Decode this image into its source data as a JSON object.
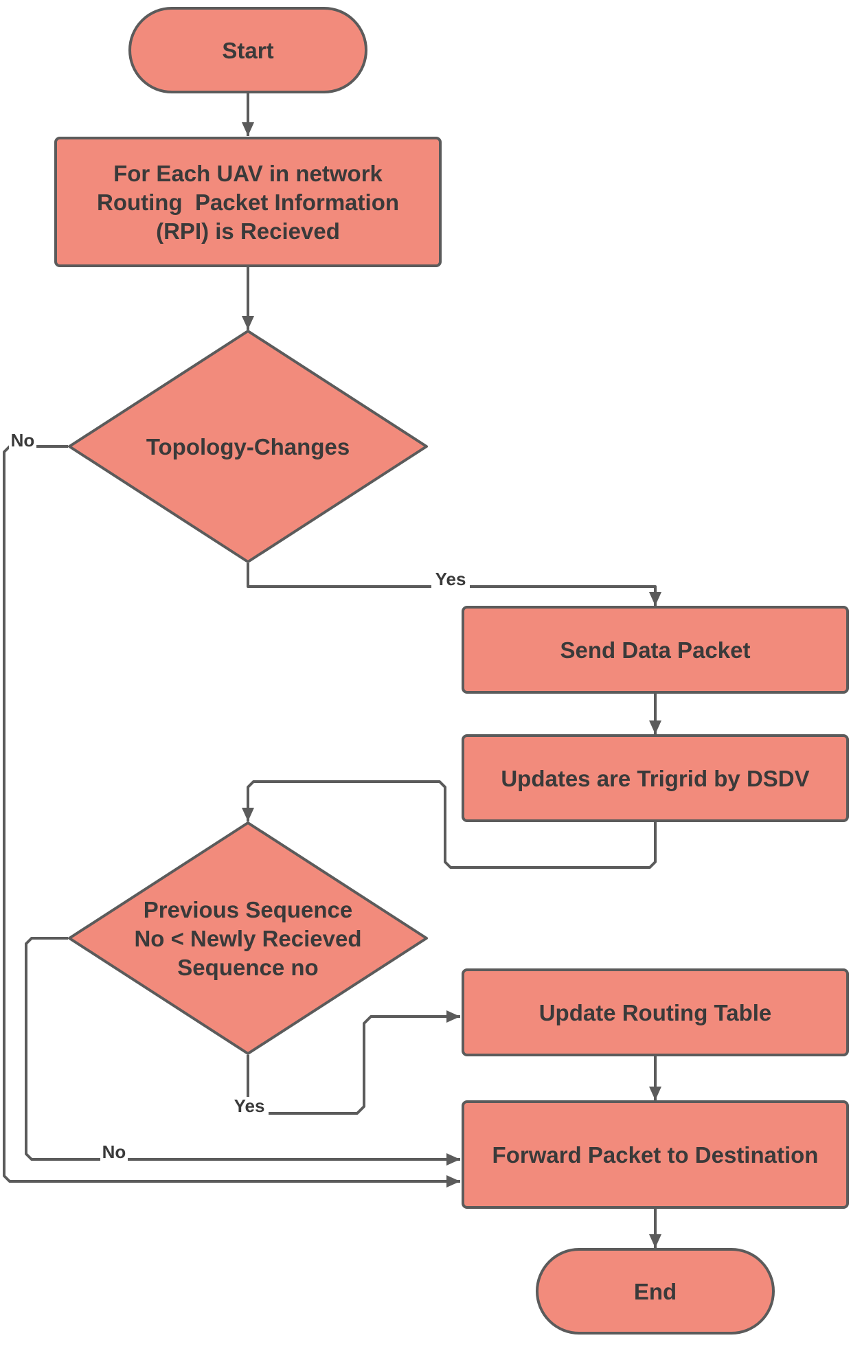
{
  "colors": {
    "node_fill": "#f28b7c",
    "node_stroke": "#5b5b5b",
    "text": "#3a3a3a",
    "edge": "#5b5b5b",
    "background": "#ffffff"
  },
  "nodes": {
    "start": {
      "shape": "terminator",
      "lines": [
        "Start"
      ]
    },
    "receive_rpi": {
      "shape": "process",
      "lines": [
        "For Each UAV in network",
        "Routing  Packet Information",
        "(RPI) is Recieved"
      ]
    },
    "topology_changes": {
      "shape": "decision",
      "lines": [
        "Topology-Changes"
      ]
    },
    "send_data_packet": {
      "shape": "process",
      "lines": [
        "Send Data Packet"
      ]
    },
    "updates_triggered": {
      "shape": "process",
      "lines": [
        "Updates are Trigrid by DSDV"
      ]
    },
    "sequence_check": {
      "shape": "decision",
      "lines": [
        "Previous Sequence",
        "No < Newly Recieved",
        "Sequence no"
      ]
    },
    "update_routing_table": {
      "shape": "process",
      "lines": [
        "Update Routing Table"
      ]
    },
    "forward_packet": {
      "shape": "process",
      "lines": [
        "Forward Packet to Destination"
      ]
    },
    "end": {
      "shape": "terminator",
      "lines": [
        "End"
      ]
    }
  },
  "edges": [
    {
      "from": "start",
      "to": "receive_rpi",
      "label": ""
    },
    {
      "from": "receive_rpi",
      "to": "topology_changes",
      "label": ""
    },
    {
      "from": "topology_changes",
      "to": "send_data_packet",
      "label": "Yes"
    },
    {
      "from": "topology_changes",
      "to": "forward_packet",
      "label": "No"
    },
    {
      "from": "send_data_packet",
      "to": "updates_triggered",
      "label": ""
    },
    {
      "from": "updates_triggered",
      "to": "sequence_check",
      "label": ""
    },
    {
      "from": "sequence_check",
      "to": "update_routing_table",
      "label": "Yes"
    },
    {
      "from": "sequence_check",
      "to": "forward_packet",
      "label": "No"
    },
    {
      "from": "update_routing_table",
      "to": "forward_packet",
      "label": ""
    },
    {
      "from": "forward_packet",
      "to": "end",
      "label": ""
    }
  ]
}
